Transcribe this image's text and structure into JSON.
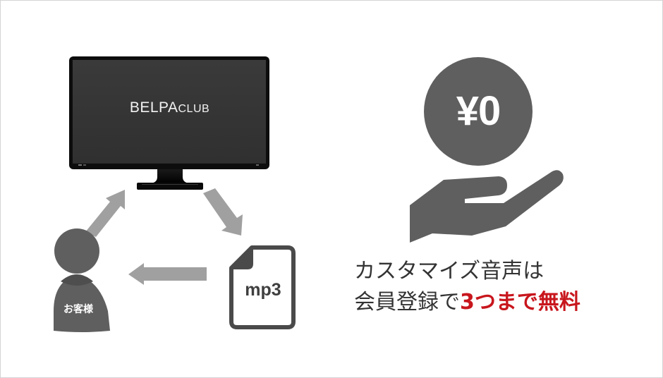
{
  "colors": {
    "background": "#ffffff",
    "border": "#d4d4d4",
    "monitor_screen": "#363636",
    "monitor_frame": "#0d0d0d",
    "arrow": "#a0a0a0",
    "icon_gray": "#5f5f5f",
    "file_stroke": "#4a4a4a",
    "text_dark": "#333333",
    "accent_red": "#c8161d"
  },
  "monitor": {
    "brand_main": "BELPA",
    "brand_sub": "CLUB"
  },
  "cycle": {
    "customer_label": "お客様",
    "file_label": "mp3",
    "arrows": [
      {
        "from": "customer",
        "to": "monitor",
        "direction": "up-right"
      },
      {
        "from": "monitor",
        "to": "file",
        "direction": "down-right"
      },
      {
        "from": "file",
        "to": "customer",
        "direction": "left"
      }
    ]
  },
  "price": {
    "coin_text": "¥0"
  },
  "caption": {
    "line1": "カスタマイズ音声は",
    "line2_prefix": "会員登録で",
    "line2_highlight": "3つまで無料"
  }
}
